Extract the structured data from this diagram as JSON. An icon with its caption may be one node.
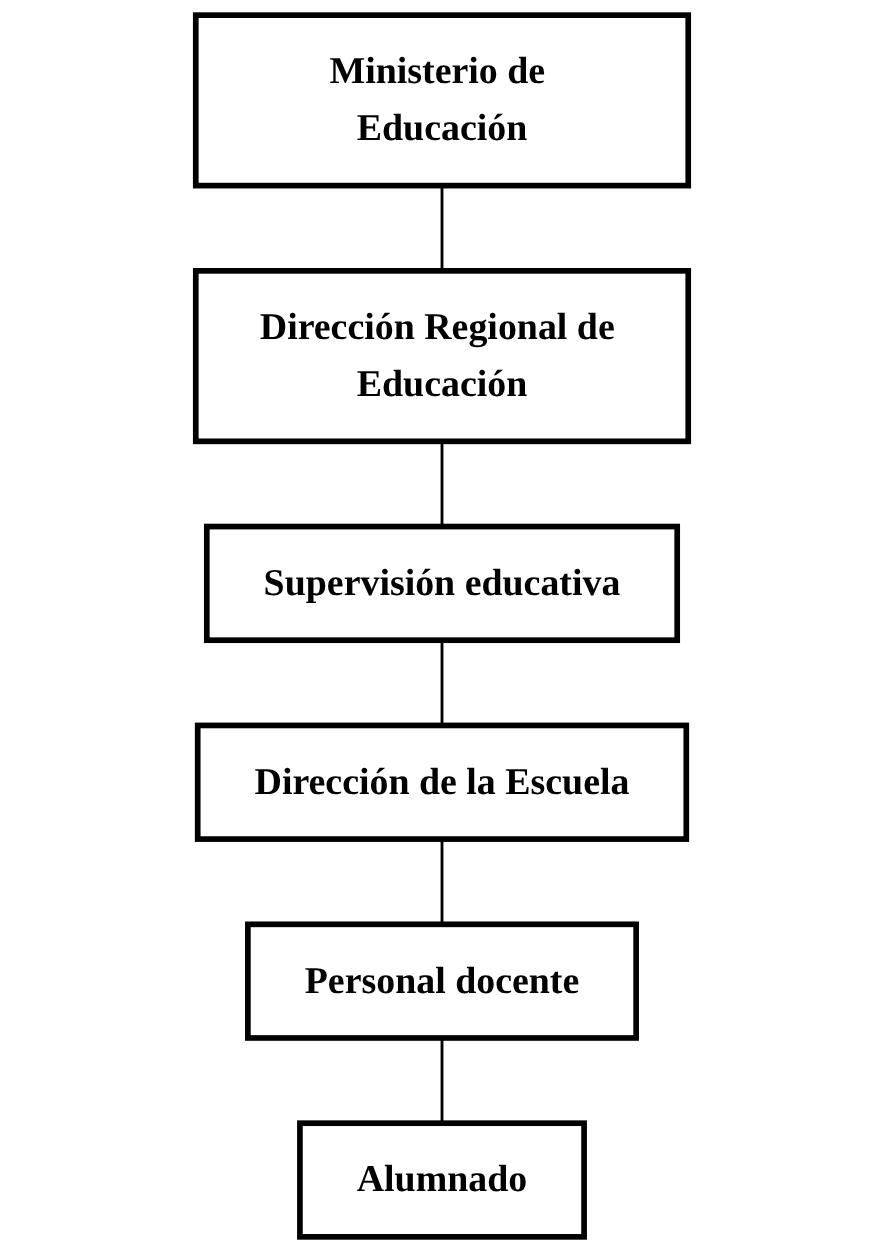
{
  "diagram": {
    "nodes": [
      {
        "text": [
          "Ministerio de Educación"
        ]
      },
      {
        "text": [
          "Dirección Regional de Educación"
        ]
      },
      {
        "text": [
          "Supervisión educativa"
        ]
      },
      {
        "text": [
          "Dirección de la Escuela"
        ]
      },
      {
        "text": [
          "Personal docente"
        ]
      },
      {
        "text": [
          "Alumnado"
        ]
      }
    ],
    "edges": [
      {
        "from": 0,
        "to": 1,
        "arrow": "none"
      },
      {
        "from": 1,
        "to": 2,
        "arrow": "none"
      },
      {
        "from": 2,
        "to": 3,
        "arrow": "none"
      },
      {
        "from": 3,
        "to": 4,
        "arrow": "none"
      },
      {
        "from": 4,
        "to": 5,
        "arrow": "none"
      }
    ]
  }
}
